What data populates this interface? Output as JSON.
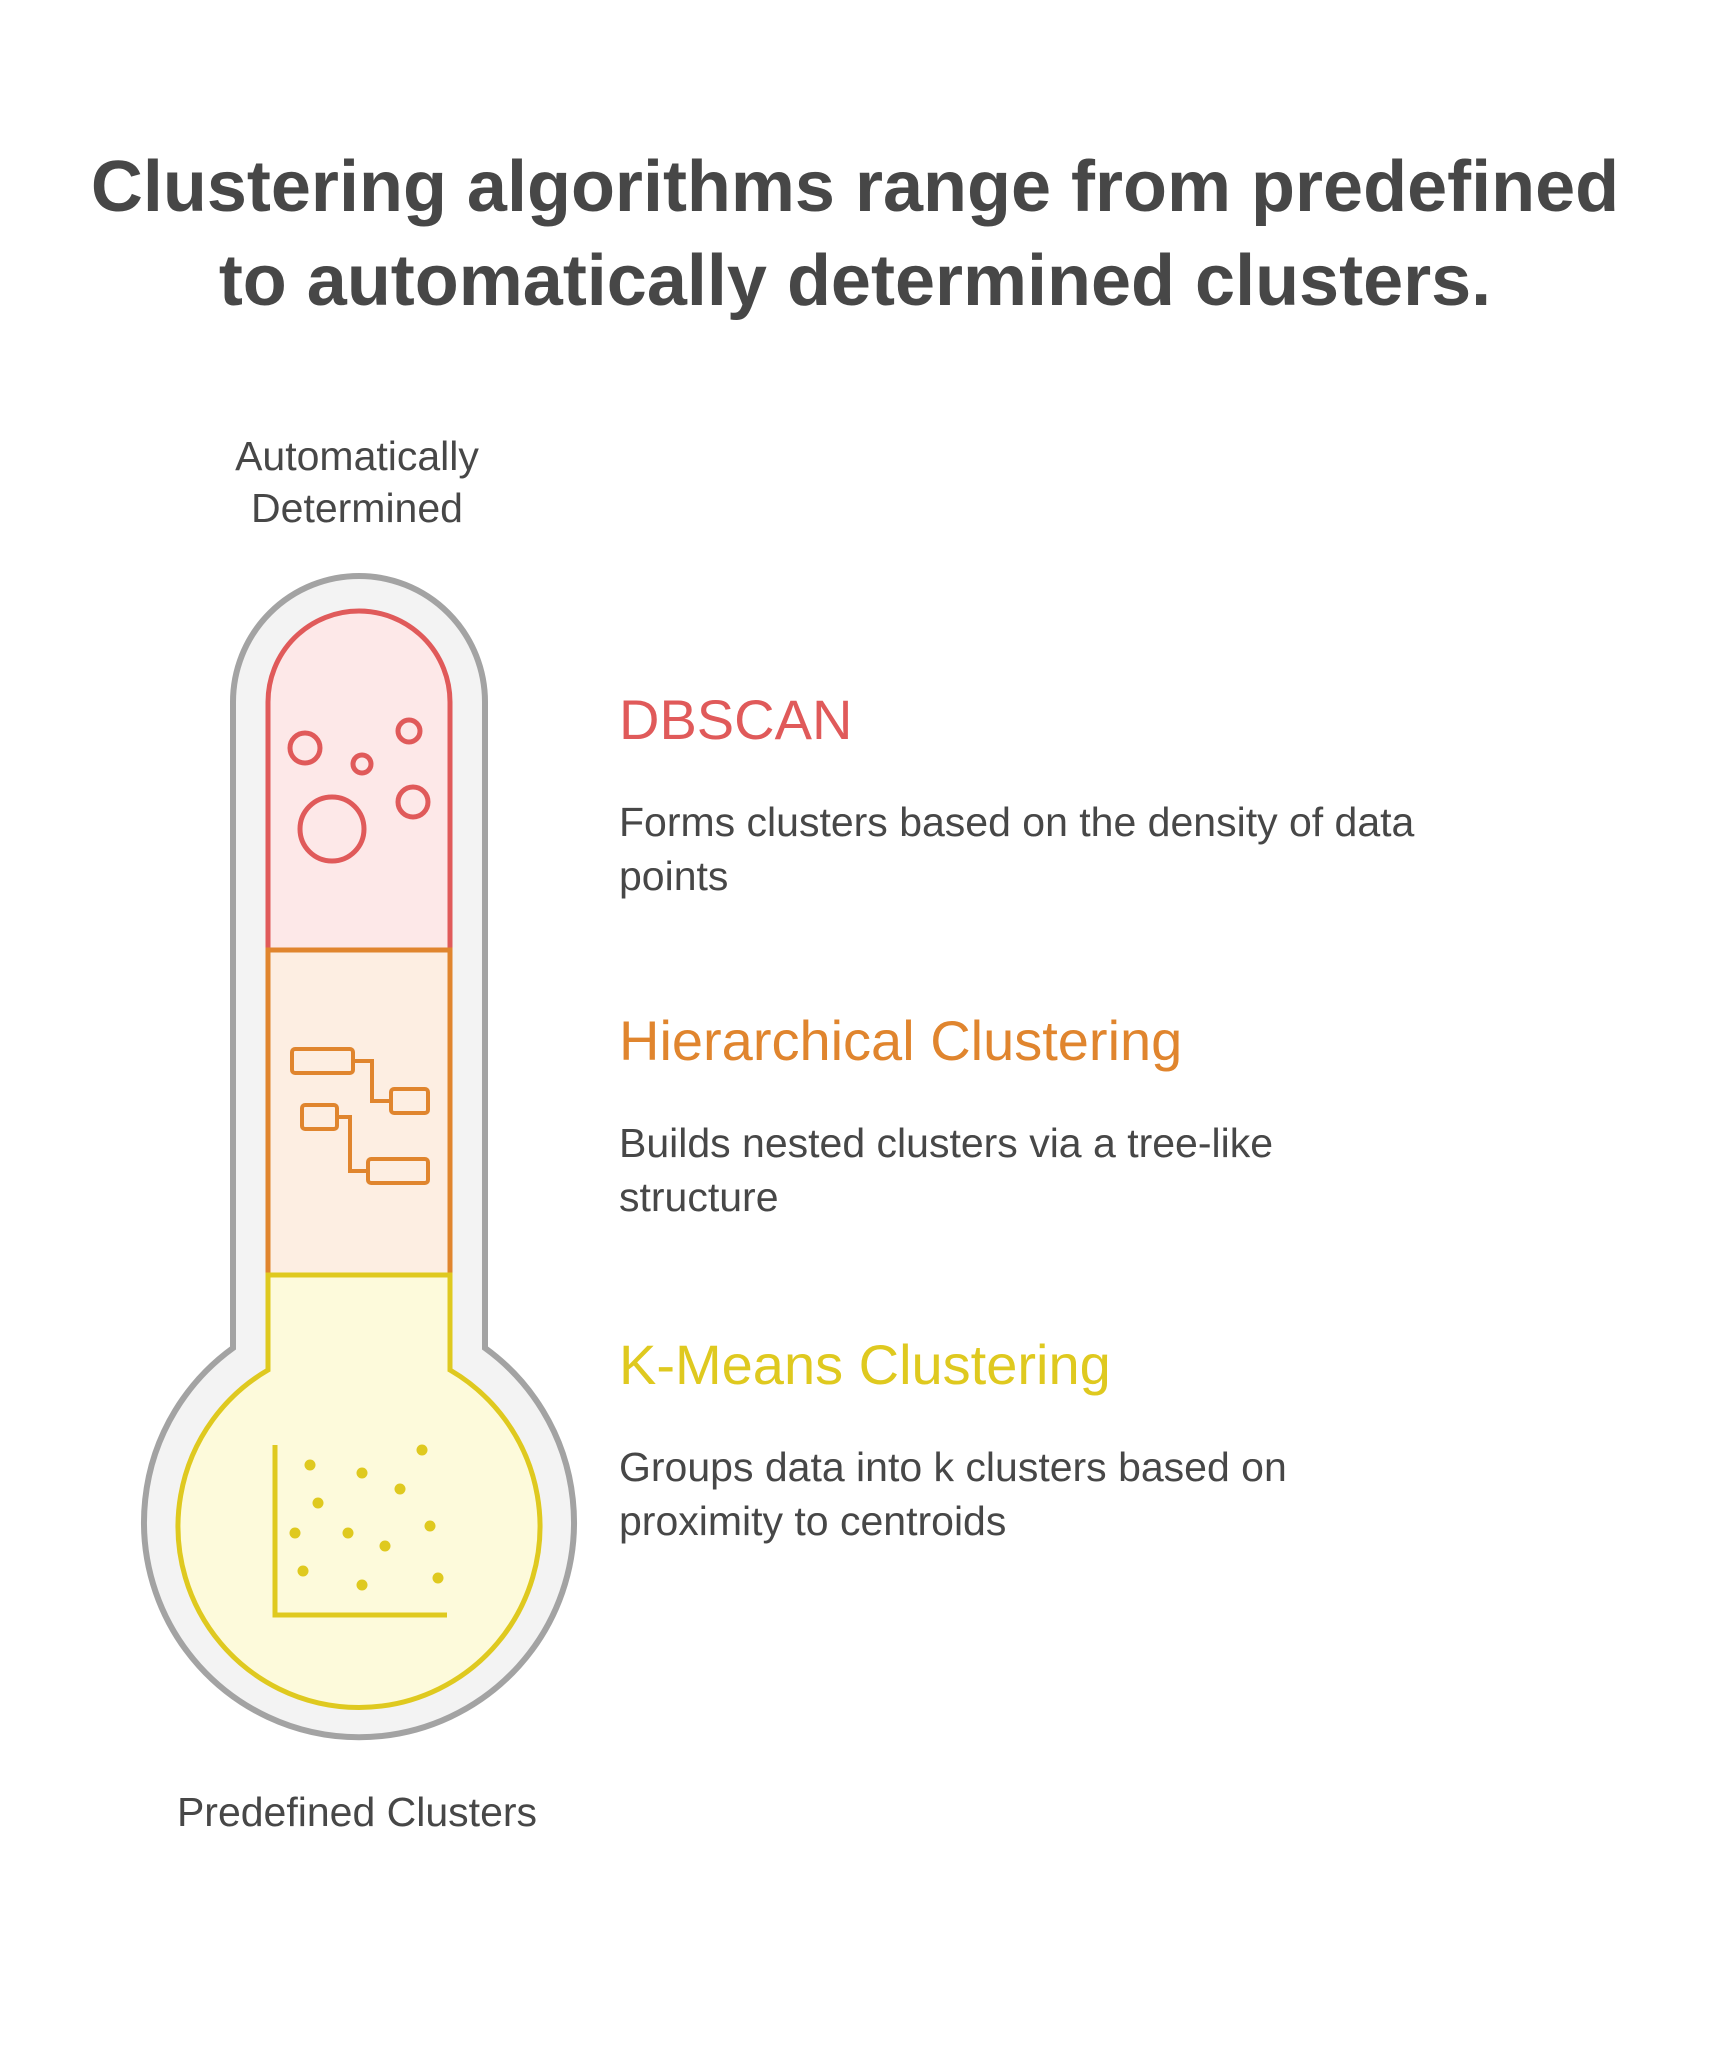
{
  "title": {
    "line1": "Clustering algorithms range from predefined",
    "line2": "to automatically determined clusters."
  },
  "scale": {
    "top_line1": "Automatically",
    "top_line2": "Determined",
    "bottom": "Predefined Clusters"
  },
  "items": [
    {
      "title": "DBSCAN",
      "description": "Forms clusters based on the density of data points",
      "color": "#E05A5A",
      "icon": "bubbles-icon"
    },
    {
      "title": "Hierarchical Clustering",
      "description": "Builds nested clusters via a tree-like structure",
      "color": "#E0852E",
      "icon": "tree-hierarchy-icon"
    },
    {
      "title": "K-Means Clustering",
      "description": "Groups data into k clusters based on proximity to centroids",
      "color": "#DFC91F",
      "icon": "scatter-plot-icon"
    }
  ]
}
